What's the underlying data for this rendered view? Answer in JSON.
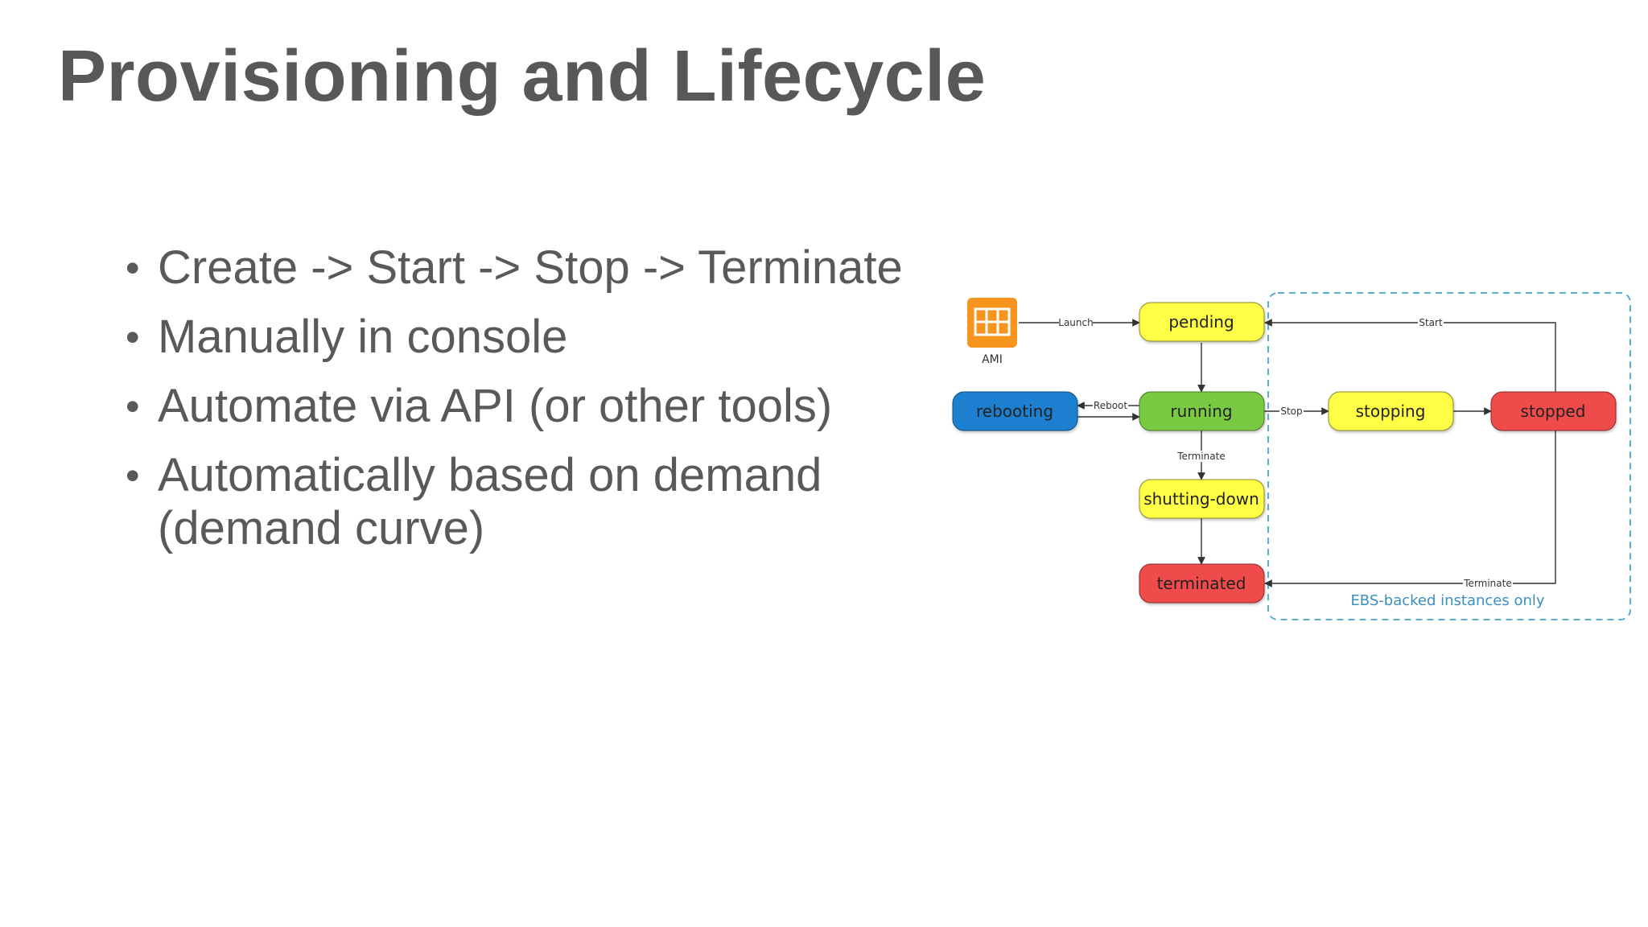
{
  "slide": {
    "title": "Provisioning and Lifecycle",
    "bullets": [
      {
        "marker": "•",
        "text": "Create -> Start -> Stop -> Terminate"
      },
      {
        "marker": "•",
        "text": "Manually in console"
      },
      {
        "marker": "•",
        "text": "Automate via API (or other tools)"
      },
      {
        "marker": "•",
        "text": "Automatically based on demand (demand curve)"
      }
    ]
  },
  "diagram": {
    "ami": {
      "label": "AMI",
      "icon": "ami-grid-icon",
      "color": "#f7941d"
    },
    "states": {
      "pending": {
        "label": "pending",
        "color": "#ffff44"
      },
      "running": {
        "label": "running",
        "color": "#7ac943"
      },
      "rebooting": {
        "label": "rebooting",
        "color": "#1a7fd0"
      },
      "stopping": {
        "label": "stopping",
        "color": "#ffff44"
      },
      "stopped": {
        "label": "stopped",
        "color": "#f04b4b"
      },
      "shutting_down": {
        "label": "shutting-down",
        "color": "#ffff44"
      },
      "terminated": {
        "label": "terminated",
        "color": "#f04b4b"
      }
    },
    "transitions": {
      "launch": "Launch",
      "reboot": "Reboot",
      "stop": "Stop",
      "start": "Start",
      "terminate_running": "Terminate",
      "terminate_stopped": "Terminate"
    },
    "ebs_label": "EBS-backed instances only",
    "ebs_color": "#5aaed0"
  }
}
